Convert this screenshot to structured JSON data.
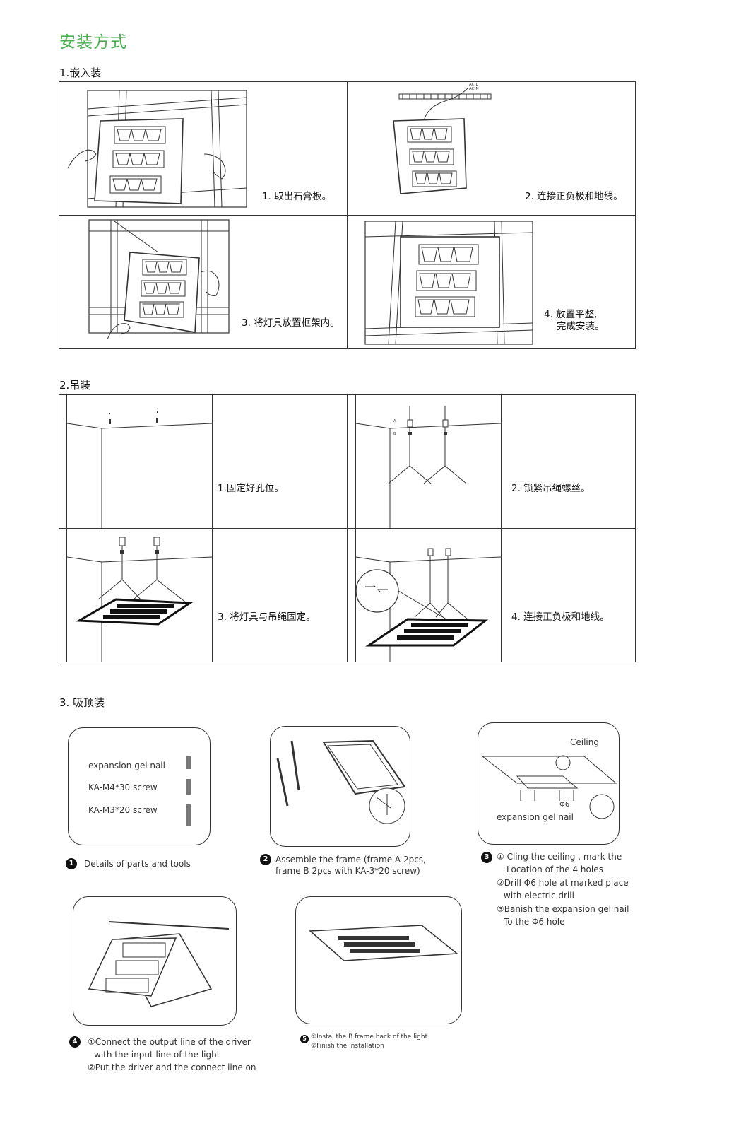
{
  "page_title": "安装方式",
  "section1": {
    "heading": "1.嵌入装",
    "steps": [
      {
        "caption": "1. 取出石膏板。"
      },
      {
        "caption": "2. 连接正负极和地线。"
      },
      {
        "caption": "3. 将灯具放置框架内。"
      },
      {
        "caption_line1": "4. 放置平整,",
        "caption_line2": "完成安装。"
      }
    ],
    "wire_labels": [
      "AC-L",
      "AC-N"
    ]
  },
  "section2": {
    "heading": "2.吊装",
    "steps": [
      {
        "caption": "1.固定好孔位。"
      },
      {
        "caption": "2. 锁紧吊绳螺丝。"
      },
      {
        "caption": "3. 将灯具与吊绳固定。"
      },
      {
        "caption": "4. 连接正负极和地线。"
      }
    ],
    "hanger_labels": [
      "A",
      "B"
    ]
  },
  "section3": {
    "heading": "3. 吸顶装",
    "parts": [
      "expansion gel nail",
      "KA-M4*30  screw",
      "KA-M3*20  screw"
    ],
    "step1": {
      "num": "1",
      "text": "Details of parts and tools"
    },
    "step2": {
      "num": "2",
      "line1": "Assemble the frame (frame A 2pcs,",
      "line2": "frame B 2pcs with KA-3*20 screw)"
    },
    "step3": {
      "num": "3",
      "ceiling_label": "Ceiling",
      "hole_label": "Φ6",
      "nail_label": "expansion  gel nail",
      "lines": [
        "① Cling the ceiling , mark  the",
        "Location of the 4 holes",
        "②Drill Φ6 hole at marked place",
        "with electric drill",
        "③Banish the expansion gel nail",
        "To the  Φ6 hole"
      ]
    },
    "step4": {
      "num": "4",
      "lines": [
        "①Connect the output line of the driver",
        "with the input line of the light",
        "②Put the driver and the connect line on"
      ]
    },
    "step5": {
      "num": "5",
      "lines": [
        "①Instal  the B frame  back of the light",
        "②Finish the installation"
      ]
    }
  },
  "colors": {
    "title_green": "#4caf50",
    "line": "#333333"
  }
}
